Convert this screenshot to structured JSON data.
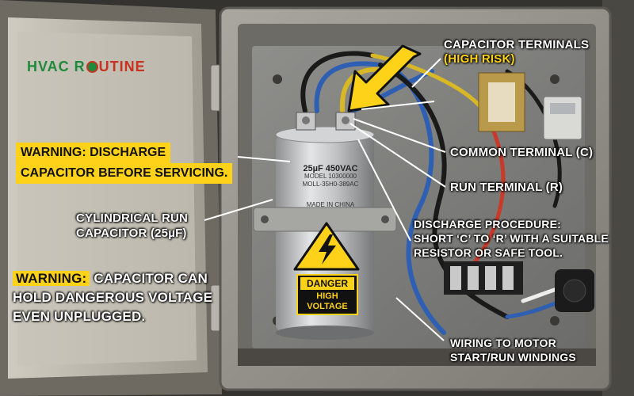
{
  "brand": {
    "left": "HVAC R",
    "right": "UTINE",
    "green": "#1f8a3b",
    "red": "#c8321e"
  },
  "labels": {
    "capacitor_terminals": "CAPACITOR TERMINALS",
    "high_risk": "(HIGH RISK)",
    "common_terminal": "COMMON TERMINAL (C)",
    "run_terminal": "RUN TERMINAL (R)",
    "discharge_procedure_1": "DISCHARGE PROCEDURE:",
    "discharge_procedure_2": "SHORT ‘C’ TO ‘R’ WITH A SUITABLE",
    "discharge_procedure_3": "RESISTOR OR SAFE TOOL.",
    "wiring_1": "WIRING TO MOTOR",
    "wiring_2": "START/RUN WINDINGS",
    "cylindrical_1": "CYLINDRICAL RUN",
    "cylindrical_2": "CAPACITOR (25µF)"
  },
  "warnings": {
    "discharge_1": "WARNING: DISCHARGE",
    "discharge_2": "CAPACITOR BEFORE SERVICING.",
    "voltage_tag": "WARNING:",
    "voltage_1": " CAPACITOR CAN",
    "voltage_2": "HOLD DANGEROUS VOLTAGE",
    "voltage_3": "EVEN UNPLUGGED."
  },
  "capacitor_print": {
    "rating": "25µF 450VAC",
    "model": "MODEL 10300000",
    "code": "MOLL-35H0-389AC",
    "maker": "MADE IN CHINA"
  },
  "danger_label": {
    "word": "DANGER",
    "line1": "HIGH",
    "line2": "VOLTAGE"
  },
  "colors": {
    "warning_yellow": "#ffd21a",
    "label_white": "#ffffff"
  }
}
